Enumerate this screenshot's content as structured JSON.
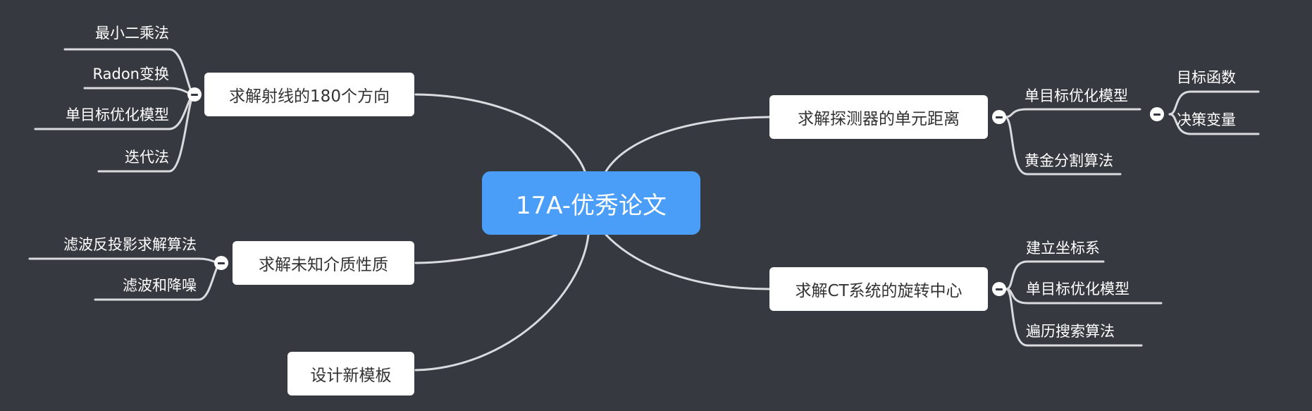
{
  "root": {
    "label": "17A-优秀论文"
  },
  "left_top": {
    "label": "求解射线的180个方向",
    "children": [
      "最小二乘法",
      "Radon变换",
      "单目标优化模型",
      "迭代法"
    ]
  },
  "left_mid": {
    "label": "求解未知介质性质",
    "children": [
      "滤波反投影求解算法",
      "滤波和降噪"
    ]
  },
  "left_bottom": {
    "label": "设计新模板"
  },
  "right_top": {
    "label": "求解探测器的单元距离",
    "children": [
      {
        "label": "单目标优化模型",
        "children": [
          "目标函数",
          "决策变量"
        ]
      },
      {
        "label": "黄金分割算法"
      }
    ]
  },
  "right_bottom": {
    "label": "求解CT系统的旋转中心",
    "children": [
      "建立坐标系",
      "单目标优化模型",
      "遍历搜索算法"
    ]
  },
  "colors": {
    "background": "#363940",
    "root": "#4b9ef7",
    "node": "#ffffff",
    "line": "#d9dbdf"
  }
}
